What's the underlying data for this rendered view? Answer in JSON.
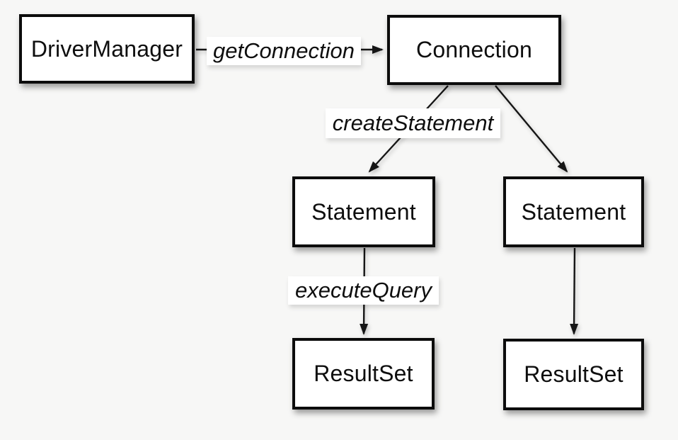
{
  "colors": {
    "background": "#f7f7f6",
    "node_fill": "#ffffff",
    "node_border": "#0c0c0c",
    "line": "#151515",
    "text": "#0e0e0e"
  },
  "diagram": {
    "nodes": [
      {
        "id": "driver-manager",
        "label": "DriverManager"
      },
      {
        "id": "connection",
        "label": "Connection"
      },
      {
        "id": "statement-left",
        "label": "Statement"
      },
      {
        "id": "statement-right",
        "label": "Statement"
      },
      {
        "id": "resultset-left",
        "label": "ResultSet"
      },
      {
        "id": "resultset-right",
        "label": "ResultSet"
      }
    ],
    "edges": [
      {
        "from": "DriverManager",
        "to": "Connection",
        "label": "getConnection"
      },
      {
        "from": "Connection",
        "to": "Statement (left)",
        "label": "createStatement"
      },
      {
        "from": "Connection",
        "to": "Statement (right)",
        "label": ""
      },
      {
        "from": "Statement (left)",
        "to": "ResultSet (left)",
        "label": "executeQuery"
      },
      {
        "from": "Statement (right)",
        "to": "ResultSet (right)",
        "label": ""
      }
    ]
  }
}
